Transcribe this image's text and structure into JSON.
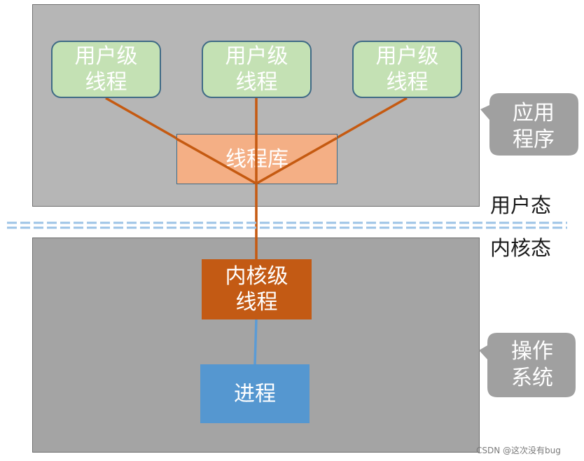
{
  "diagram": {
    "user_level_threads": [
      {
        "label": "用户级\n线程"
      },
      {
        "label": "用户级\n线程"
      },
      {
        "label": "用户级\n线程"
      }
    ],
    "thread_library": "线程库",
    "kernel_thread": "内核级\n线程",
    "process": "进程",
    "application_callout": "应用\n程序",
    "os_callout": "操作\n系统",
    "user_mode_label": "用户态",
    "kernel_mode_label": "内核态",
    "watermark": "CSDN @这次没有bug",
    "colors": {
      "user_space_bg": "#b6b6b6",
      "kernel_space_bg": "#a4a4a4",
      "user_thread_fill": "#c4e1b4",
      "thread_library_fill": "#f4af85",
      "kernel_thread_fill": "#c35a14",
      "process_fill": "#5597d0",
      "connector_orange": "#c55a11",
      "connector_blue": "#5b9bd5",
      "callout_fill": "#a0a0a0"
    }
  }
}
